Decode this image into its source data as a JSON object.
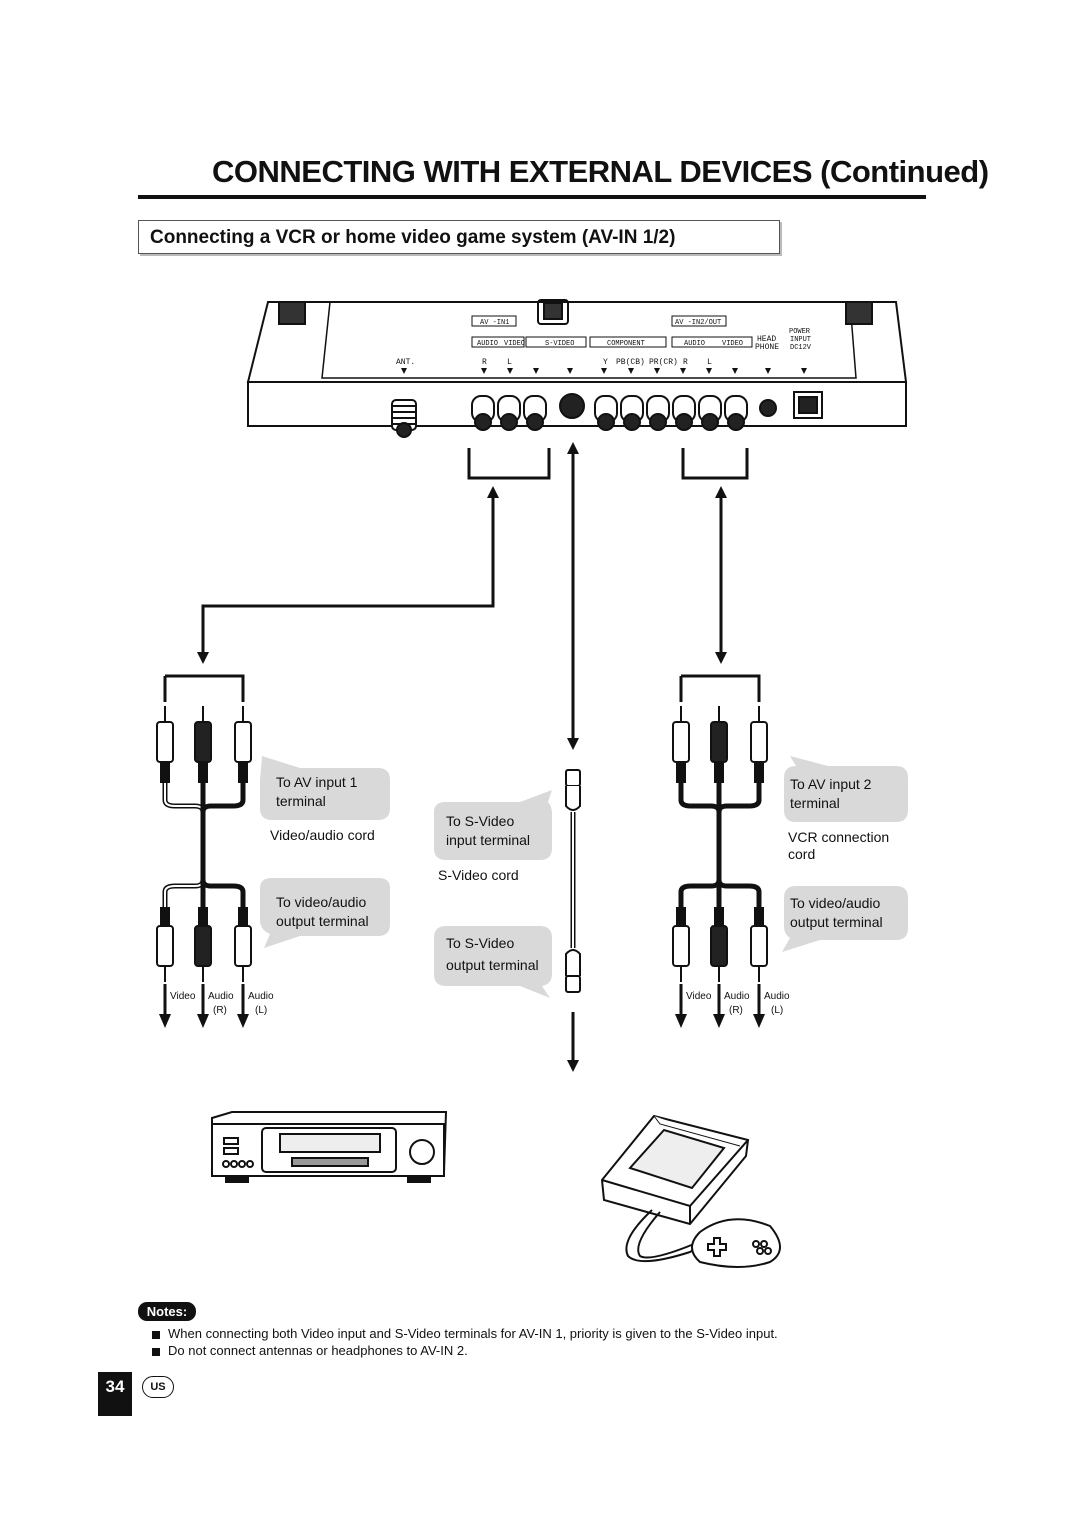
{
  "header": {
    "title": "CONNECTING WITH EXTERNAL DEVICES (Continued)",
    "section_heading": "Connecting a VCR or home video game system (AV-IN 1/2)"
  },
  "panel": {
    "av_in1": "AV -IN1",
    "av_in2_out": "AV -IN2/OUT",
    "audio": "AUDIO",
    "video": "VIDEO",
    "s_video": "S-VIDEO",
    "component": "COMPONENT",
    "audio2": "AUDIO",
    "video2": "VIDEO",
    "head": "HEAD",
    "phone": "PHONE",
    "power": "POWER",
    "input": "INPUT",
    "dc12v": "DC12V",
    "ant": "ANT.",
    "r": "R",
    "l": "L",
    "y": "Y",
    "pb": "PB(CB)",
    "pr": "PR(CR)",
    "r2": "R",
    "l2": "L"
  },
  "left_cable": {
    "to_av_input_1": "To AV input 1",
    "to_av_input_1_line2": "terminal",
    "cord_label": "Video/audio cord",
    "to_output_line1": "To video/audio",
    "to_output_line2": "output terminal",
    "plug_video": "Video",
    "plug_audio_r": "Audio",
    "plug_audio_r_sub": "(R)",
    "plug_audio_l": "Audio",
    "plug_audio_l_sub": "(L)"
  },
  "center_cable": {
    "to_svideo_in_line1": "To S-Video",
    "to_svideo_in_line2": "input terminal",
    "cord_label": "S-Video cord",
    "to_svideo_out_line1": "To S-Video",
    "to_svideo_out_line2": "output terminal"
  },
  "right_cable": {
    "to_av_input_2": "To AV input 2",
    "to_av_input_2_line2": "terminal",
    "cord_label_line1": "VCR connection",
    "cord_label_line2": "cord",
    "to_output_line1": "To video/audio",
    "to_output_line2": "output terminal",
    "plug_video": "Video",
    "plug_audio_r": "Audio",
    "plug_audio_r_sub": "(R)",
    "plug_audio_l": "Audio",
    "plug_audio_l_sub": "(L)"
  },
  "notes": {
    "badge": "Notes:",
    "items": [
      "When connecting both Video input and S-Video terminals for AV-IN 1, priority is given to the S-Video input.",
      "Do not connect antennas or headphones to AV-IN 2."
    ]
  },
  "footer": {
    "page_number": "34",
    "region": "US"
  }
}
